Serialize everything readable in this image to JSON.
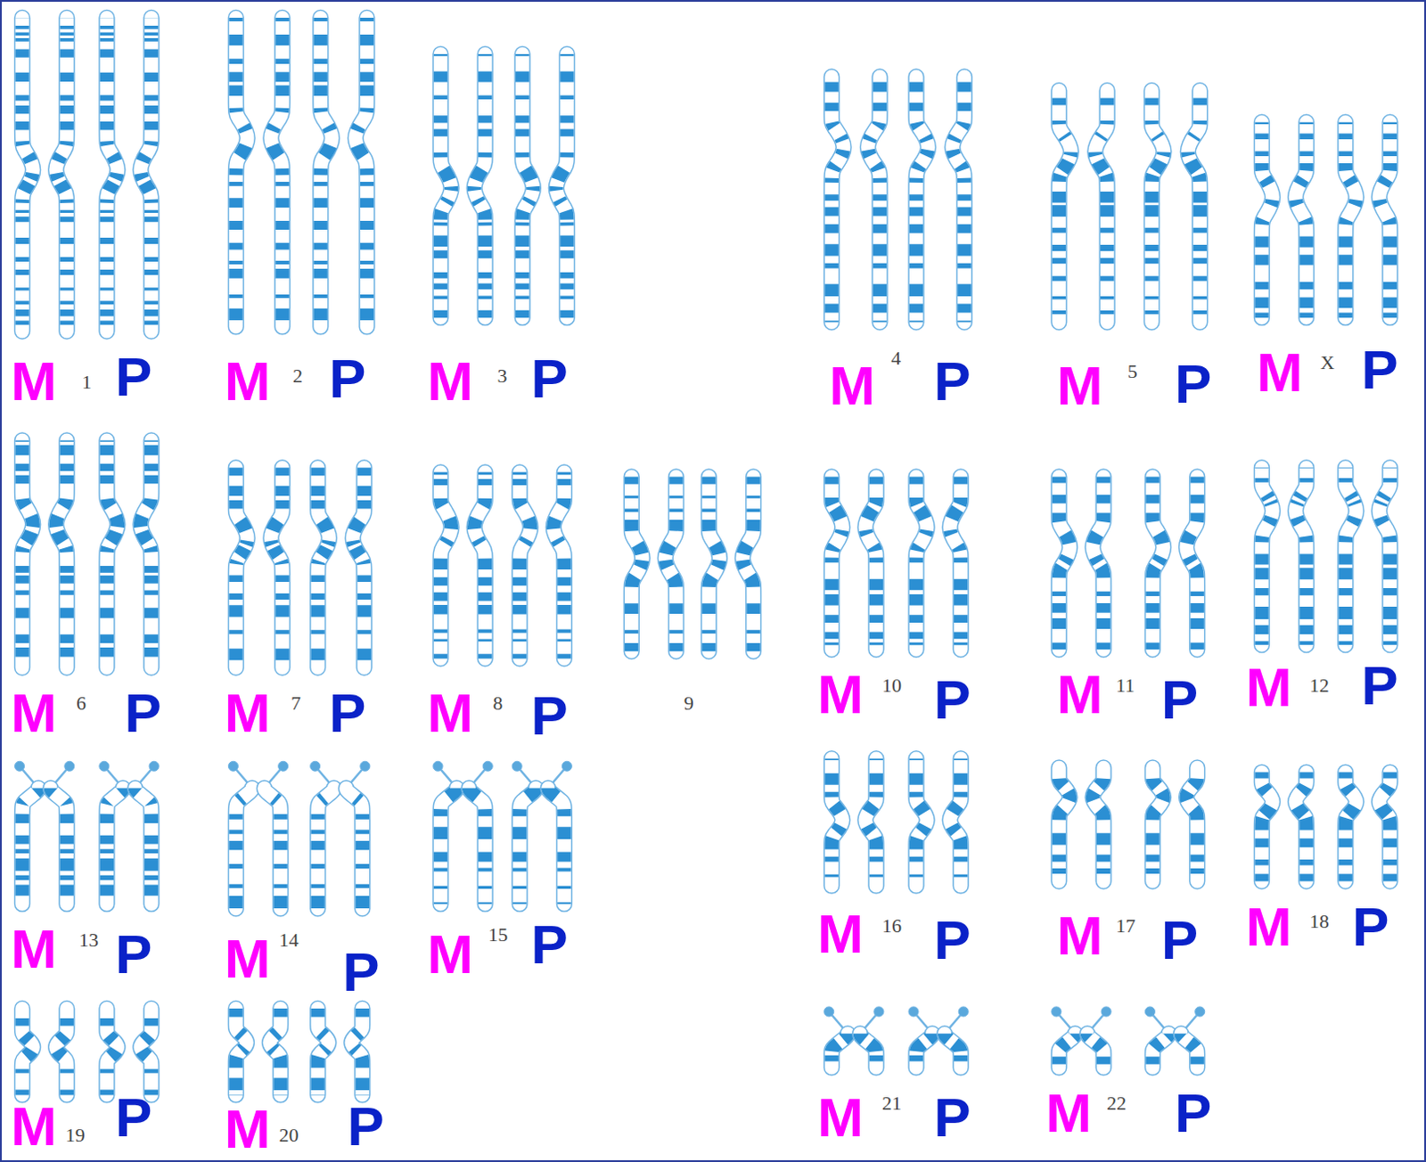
{
  "diagram": {
    "labels": [
      "M",
      "1",
      "P",
      "M",
      "2",
      "P",
      "M",
      "3",
      "P",
      "M",
      "4",
      "P",
      "M",
      "5",
      "P",
      "M",
      "X",
      "P",
      "M",
      "6",
      "P",
      "M",
      "7",
      "P",
      "M",
      "8",
      "P",
      "9",
      "M",
      "10",
      "P",
      "M",
      "11",
      "P",
      "M",
      "12",
      "P",
      "M",
      "13",
      "P",
      "M",
      "14",
      "P",
      "M",
      "15",
      "P",
      "M",
      "16",
      "P",
      "M",
      "17",
      "P",
      "M",
      "18",
      "P",
      "M",
      "19",
      "P",
      "M",
      "20",
      "P",
      "M",
      "21",
      "P",
      "M",
      "22",
      "P"
    ]
  }
}
